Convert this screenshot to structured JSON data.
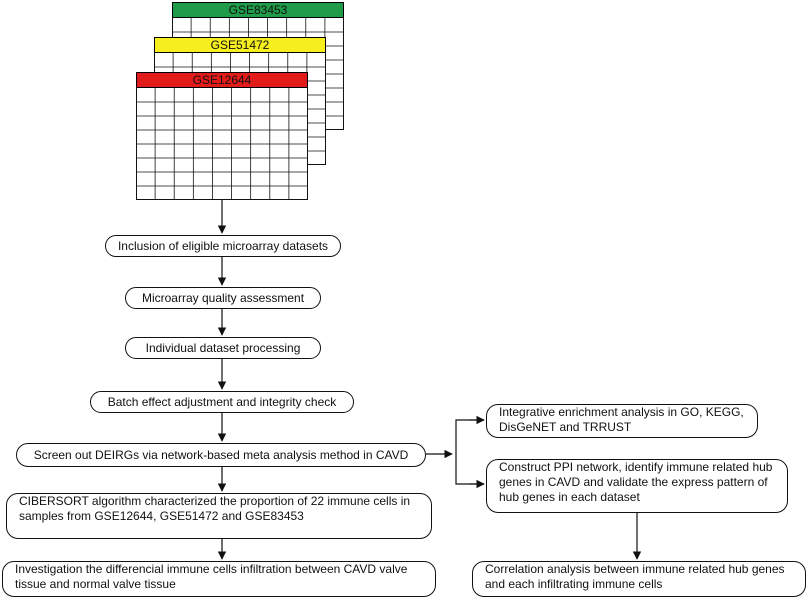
{
  "datasets": [
    {
      "name": "GSE83453",
      "color": "#1f9b4a"
    },
    {
      "name": "GSE51472",
      "color": "#f6ee1f"
    },
    {
      "name": "GSE12644",
      "color": "#e21b1b"
    }
  ],
  "steps": {
    "inclusion": "Inclusion of eligible microarray datasets",
    "quality": "Microarray quality assessment",
    "processing": "Individual dataset processing",
    "batch": "Batch effect adjustment and integrity check",
    "screen": "Screen out DEIRGs via network-based meta analysis method in CAVD",
    "cibersort_line1": "CIBERSORT algorithm characterized the proportion of 22 immune cells in",
    "cibersort_line2": "samples from GSE12644, GSE51472 and GSE83453",
    "investigation_line1": "Investigation the differencial immune cells infiltration between CAVD valve",
    "investigation_line2": "tissue and normal valve tissue",
    "enrichment_line1": "Integrative enrichment analysis in GO, KEGG,",
    "enrichment_line2": "DisGeNET and  TRRUST",
    "ppi_line1": "Construct PPI network, identify immune related hub",
    "ppi_line2": "genes in CAVD and validate the express pattern of",
    "ppi_line3": "hub genes in each dataset",
    "correlation_line1": "Correlation analysis between immune related hub genes",
    "correlation_line2": "and each infiltrating immune cells"
  }
}
